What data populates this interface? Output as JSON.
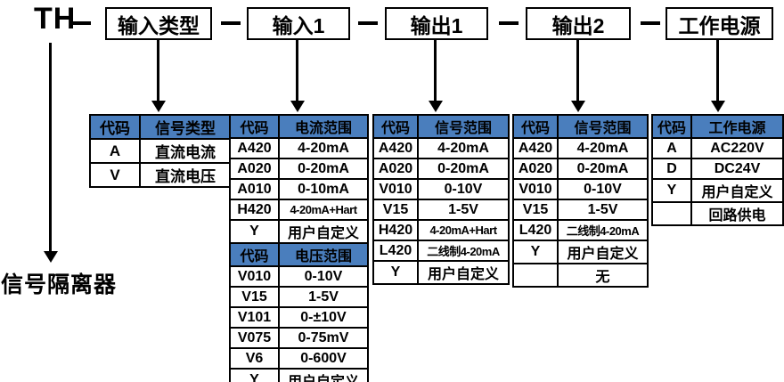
{
  "diagram": {
    "model_prefix": "TH",
    "model_description": "信号隔离器"
  },
  "colors": {
    "header_bg": "#4a7ebd",
    "border": "#000000",
    "background": "#ffffff",
    "text": "#000000"
  },
  "top_boxes": [
    {
      "id": "input-type",
      "label": "输入类型"
    },
    {
      "id": "input-1",
      "label": "输入1"
    },
    {
      "id": "output-1",
      "label": "输出1"
    },
    {
      "id": "output-2",
      "label": "输出2"
    },
    {
      "id": "power",
      "label": "工作电源"
    }
  ],
  "tables": [
    {
      "name": "input-type-table",
      "rows": [
        {
          "type": "header",
          "code": "代码",
          "value": "信号类型"
        },
        {
          "type": "data",
          "code": "A",
          "value": "直流电流"
        },
        {
          "type": "data",
          "code": "V",
          "value": "直流电压"
        }
      ]
    },
    {
      "name": "input1-table",
      "rows": [
        {
          "type": "header",
          "code": "代码",
          "value": "电流范围"
        },
        {
          "type": "data",
          "code": "A420",
          "value": "4-20mA"
        },
        {
          "type": "data",
          "code": "A020",
          "value": "0-20mA"
        },
        {
          "type": "data",
          "code": "A010",
          "value": "0-10mA"
        },
        {
          "type": "data",
          "code": "H420",
          "value": "4-20mA+Hart"
        },
        {
          "type": "data",
          "code": "Y",
          "value": "用户自定义"
        },
        {
          "type": "header",
          "code": "代码",
          "value": "电压范围"
        },
        {
          "type": "data",
          "code": "V010",
          "value": "0-10V"
        },
        {
          "type": "data",
          "code": "V15",
          "value": "1-5V"
        },
        {
          "type": "data",
          "code": "V101",
          "value": "0-±10V"
        },
        {
          "type": "data",
          "code": "V075",
          "value": "0-75mV"
        },
        {
          "type": "data",
          "code": "V6",
          "value": "0-600V"
        },
        {
          "type": "data",
          "code": "Y",
          "value": "用户自定义"
        }
      ]
    },
    {
      "name": "output1-table",
      "rows": [
        {
          "type": "header",
          "code": "代码",
          "value": "信号范围"
        },
        {
          "type": "data",
          "code": "A420",
          "value": "4-20mA"
        },
        {
          "type": "data",
          "code": "A020",
          "value": "0-20mA"
        },
        {
          "type": "data",
          "code": "V010",
          "value": "0-10V"
        },
        {
          "type": "data",
          "code": "V15",
          "value": "1-5V"
        },
        {
          "type": "data",
          "code": "H420",
          "value": "4-20mA+Hart"
        },
        {
          "type": "data",
          "code": "L420",
          "value": "二线制4-20mA"
        },
        {
          "type": "data",
          "code": "Y",
          "value": "用户自定义"
        }
      ]
    },
    {
      "name": "output2-table",
      "rows": [
        {
          "type": "header",
          "code": "代码",
          "value": "信号范围"
        },
        {
          "type": "data",
          "code": "A420",
          "value": "4-20mA"
        },
        {
          "type": "data",
          "code": "A020",
          "value": "0-20mA"
        },
        {
          "type": "data",
          "code": "V010",
          "value": "0-10V"
        },
        {
          "type": "data",
          "code": "V15",
          "value": "1-5V"
        },
        {
          "type": "data",
          "code": "L420",
          "value": "二线制4-20mA"
        },
        {
          "type": "data",
          "code": "Y",
          "value": "用户自定义"
        },
        {
          "type": "data",
          "code": "",
          "value": "无"
        }
      ]
    },
    {
      "name": "power-table",
      "rows": [
        {
          "type": "header",
          "code": "代码",
          "value": "工作电源"
        },
        {
          "type": "data",
          "code": "A",
          "value": "AC220V"
        },
        {
          "type": "data",
          "code": "D",
          "value": "DC24V"
        },
        {
          "type": "data",
          "code": "Y",
          "value": "用户自定义"
        },
        {
          "type": "data",
          "code": "",
          "value": "回路供电"
        }
      ]
    }
  ]
}
